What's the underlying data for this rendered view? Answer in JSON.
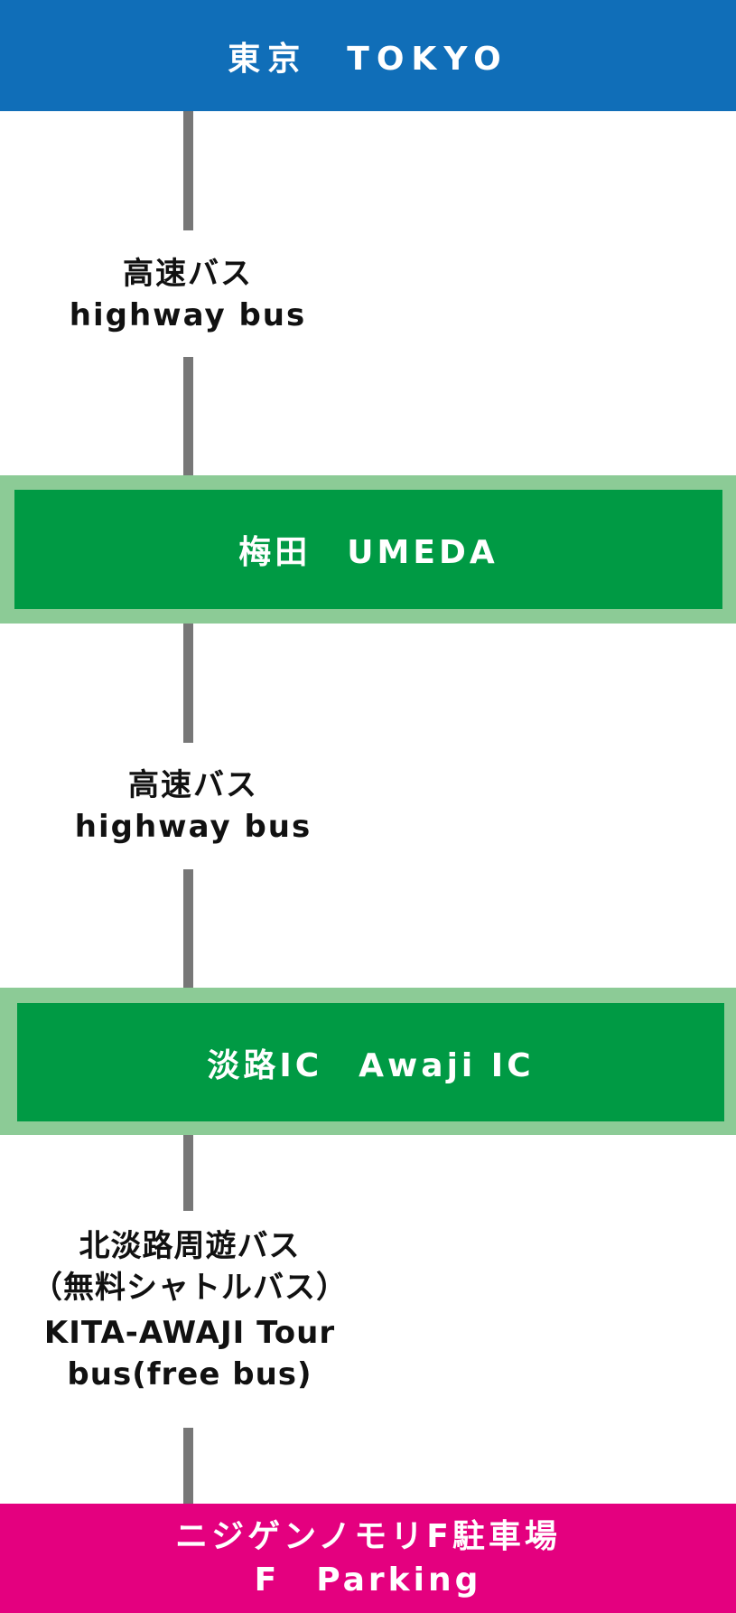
{
  "stops": {
    "origin": "東京　TOKYO",
    "umeda": "梅田　UMEDA",
    "awaji": "淡路IC　Awaji IC",
    "destination_ja": "ニジゲンノモリF駐車場",
    "destination_en": "F　Parking"
  },
  "legs": {
    "leg1": {
      "ja": "高速バス",
      "en": "highway bus"
    },
    "leg2": {
      "ja": "高速バス",
      "en": "highway bus"
    },
    "leg3": {
      "ja1": "北淡路周遊バス",
      "ja2": "（無料シャトルバス）",
      "en1": "KITA-AWAJI Tour",
      "en2": "bus(free bus)"
    }
  },
  "colors": {
    "origin": "#106eb8",
    "station": "#009a44",
    "station_border": "#8ccb96",
    "destination": "#e4007f",
    "connector": "#777777"
  }
}
